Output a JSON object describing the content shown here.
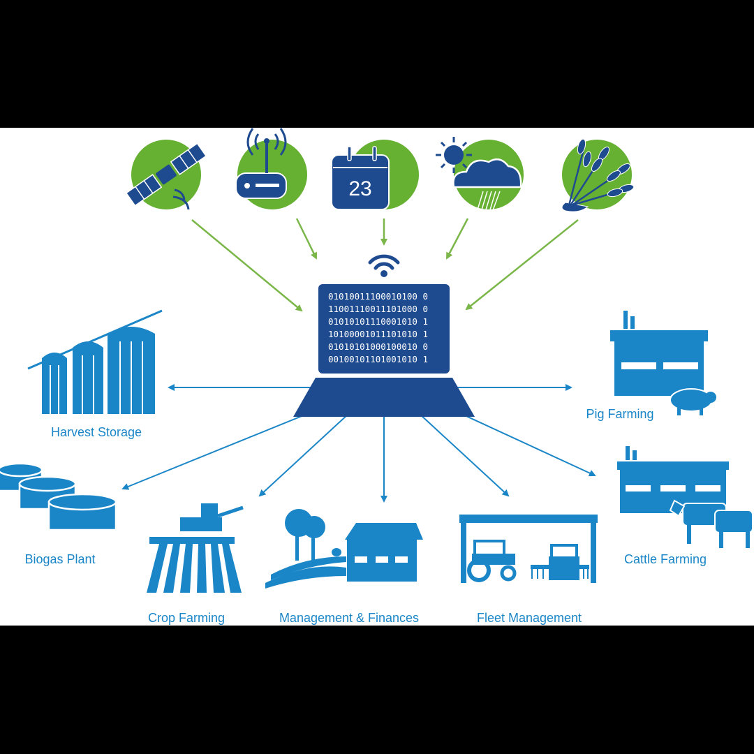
{
  "colors": {
    "blue": "#1a86c7",
    "navy": "#1e4b8f",
    "green": "#66b032",
    "arrow_green": "#7ab648",
    "background": "#ffffff",
    "frame": "#000000"
  },
  "sources": [
    {
      "id": "satellite",
      "icon": "satellite-icon"
    },
    {
      "id": "router",
      "icon": "wireless-router-icon"
    },
    {
      "id": "calendar",
      "icon": "calendar-icon",
      "day": "23"
    },
    {
      "id": "weather",
      "icon": "weather-icon"
    },
    {
      "id": "crops",
      "icon": "wheat-icon"
    }
  ],
  "laptop": {
    "icon": "laptop-icon",
    "binary_lines": [
      "01010011100010100 0",
      "11001110011101000 0",
      "01010101110001010 1",
      "10100001011101010 1",
      "01010101000100010 0",
      "00100101101001010 1"
    ]
  },
  "nodes": {
    "harvest_storage": "Harvest Storage",
    "pig_farming": "Pig Farming",
    "biogas_plant": "Biogas Plant",
    "cattle_farming": "Cattle Farming",
    "crop_farming": "Crop Farming",
    "management_finances": "Management & Finances",
    "fleet_management": "Fleet Management"
  }
}
